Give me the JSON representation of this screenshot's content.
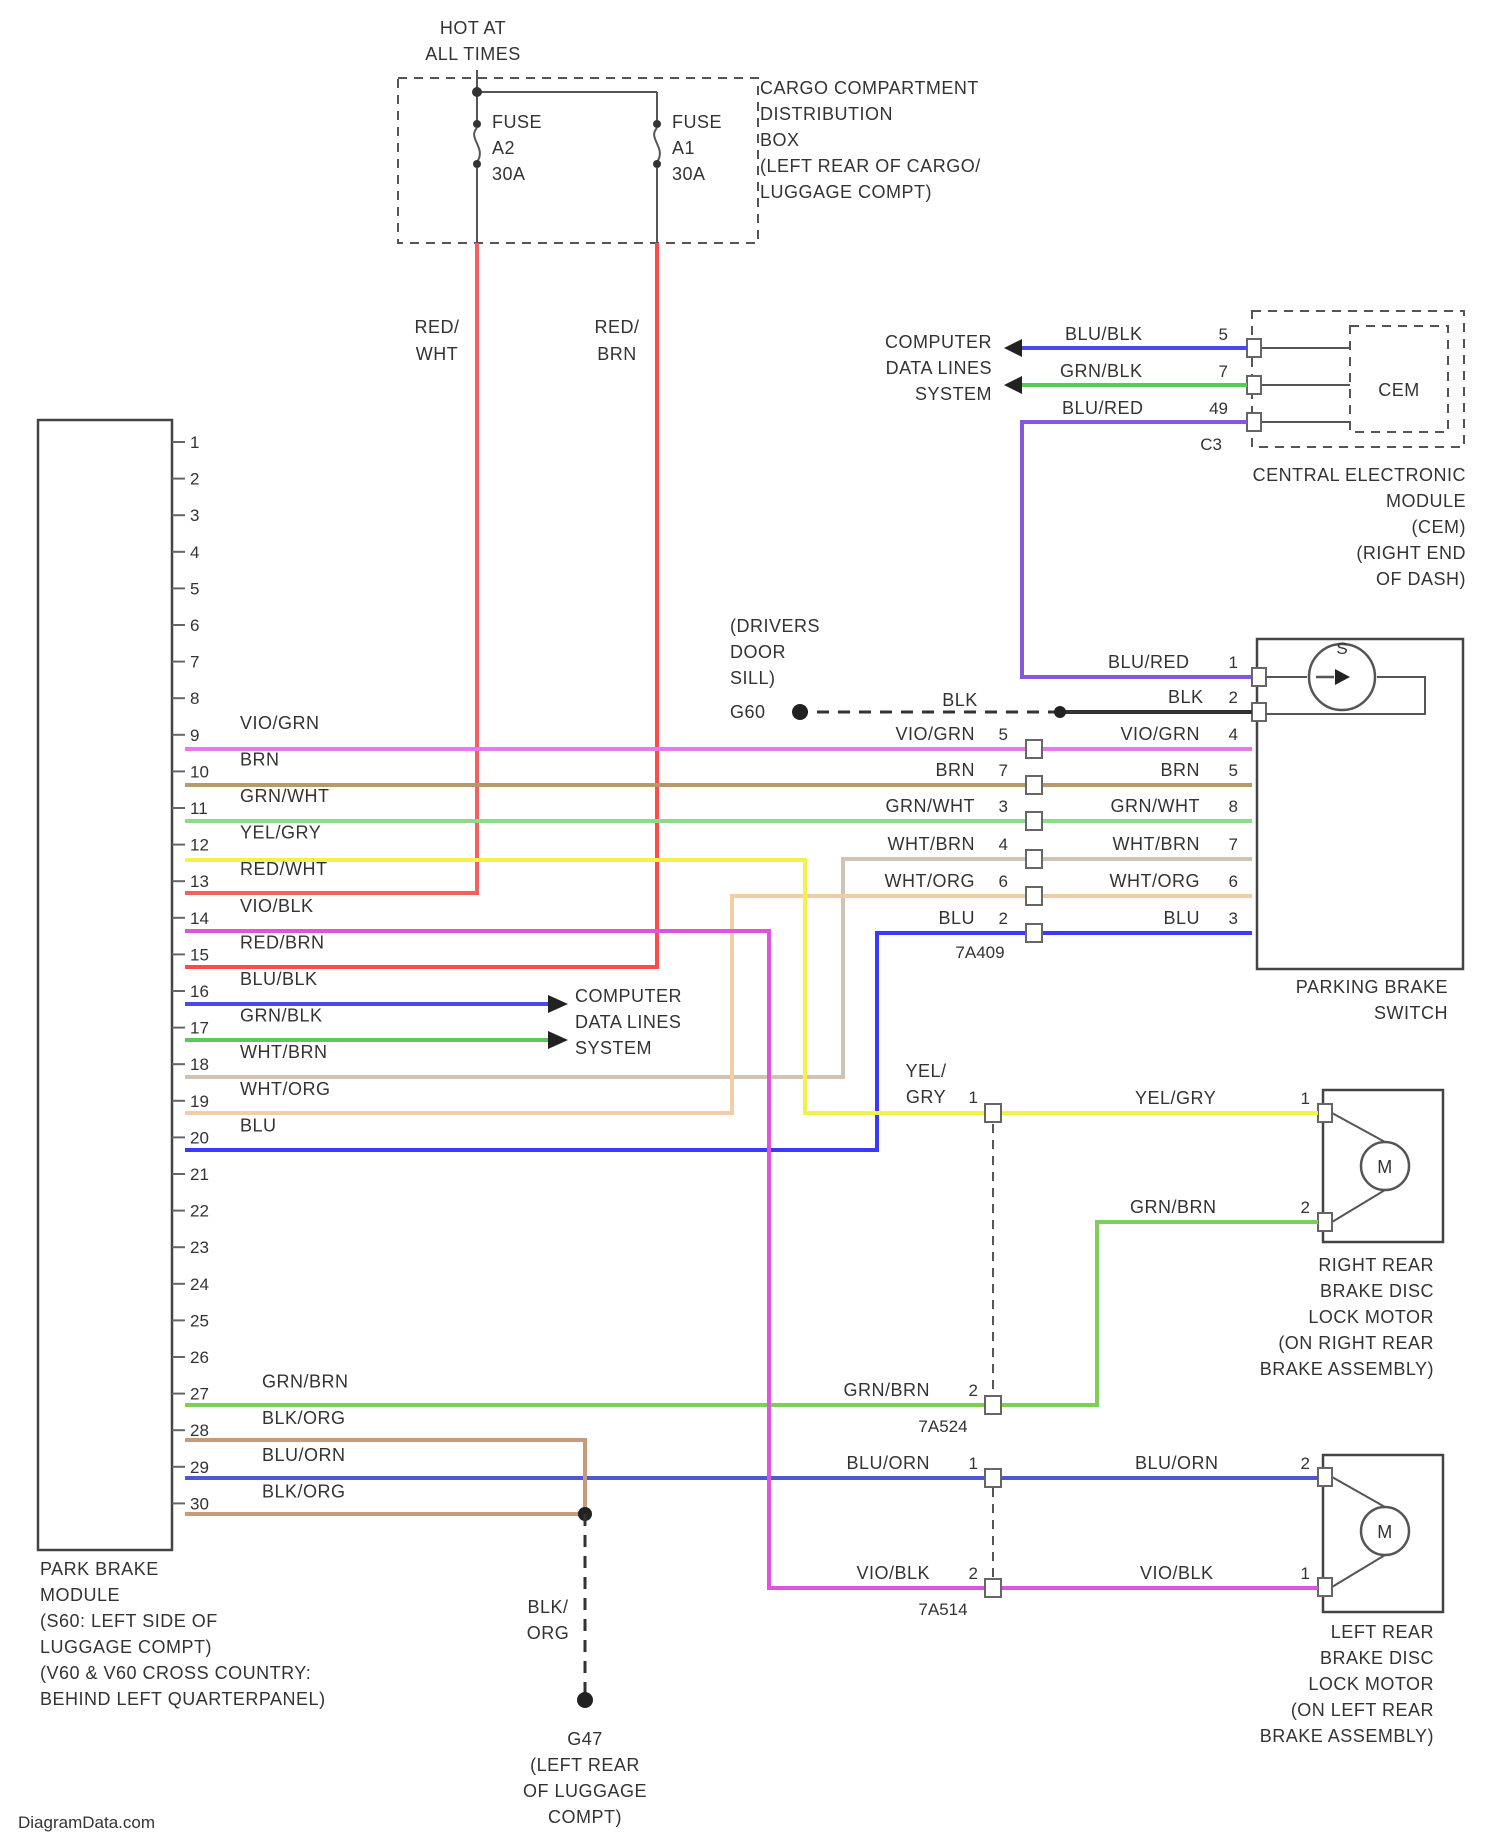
{
  "colors": {
    "vio_grn": "#e879e8",
    "brn": "#b89a6a",
    "grn_wht": "#8fd98f",
    "yel_gry": "#f2f24a",
    "red_wht": "#f26060",
    "vio_blk": "#dd55dd",
    "red_brn": "#ff4a4a",
    "blu_blk": "#4a4ae8",
    "grn_blk": "#5ac85a",
    "wht_brn": "#cfc3b3",
    "wht_org": "#f3cda6",
    "blu": "#3a3aff",
    "grn_brn": "#7dcf5a",
    "blk_org": "#c89a7a",
    "blu_orn": "#4a5ad0",
    "blu_red": "#8855e0",
    "blk": "#333333"
  },
  "power": {
    "hot_label": [
      "HOT AT",
      "ALL TIMES"
    ],
    "fuse_a2": [
      "FUSE",
      "A2",
      "30A"
    ],
    "fuse_a1": [
      "FUSE",
      "A1",
      "30A"
    ],
    "distribution_box": [
      "CARGO COMPARTMENT",
      "DISTRIBUTION",
      "BOX",
      "(LEFT REAR OF CARGO/",
      "LUGGAGE COMPT)"
    ],
    "wire_red_wht": [
      "RED/",
      "WHT"
    ],
    "wire_red_brn": [
      "RED/",
      "BRN"
    ]
  },
  "cem": {
    "name": "CEM",
    "computer_data_lines": [
      "COMPUTER",
      "DATA LINES",
      "SYSTEM"
    ],
    "wires": [
      {
        "color": "BLU/BLK",
        "pin": "5"
      },
      {
        "color": "GRN/BLK",
        "pin": "7"
      },
      {
        "color": "BLU/RED",
        "pin": "49"
      }
    ],
    "connector": "C3",
    "caption": [
      "CENTRAL ELECTRONIC",
      "MODULE",
      "(CEM)",
      "(RIGHT END",
      "OF DASH)"
    ]
  },
  "ground_g60": [
    "(DRIVERS",
    "DOOR",
    "SILL)",
    "G60"
  ],
  "park_brake_switch": {
    "caption": [
      "PARKING BRAKE",
      "SWITCH"
    ],
    "symbol": "S",
    "blu_red": {
      "color": "BLU/RED",
      "pin": "1"
    },
    "blk_top": "BLK",
    "blk": {
      "color": "BLK",
      "pin": "2"
    },
    "left_wires": [
      {
        "color": "VIO/GRN",
        "pin": "5"
      },
      {
        "color": "BRN",
        "pin": "7"
      },
      {
        "color": "GRN/WHT",
        "pin": "3"
      },
      {
        "color": "WHT/BRN",
        "pin": "4"
      },
      {
        "color": "WHT/ORG",
        "pin": "6"
      },
      {
        "color": "BLU",
        "pin": "2"
      }
    ],
    "right_wires": [
      {
        "color": "VIO/GRN",
        "pin": "4"
      },
      {
        "color": "BRN",
        "pin": "5"
      },
      {
        "color": "GRN/WHT",
        "pin": "8"
      },
      {
        "color": "WHT/BRN",
        "pin": "7"
      },
      {
        "color": "WHT/ORG",
        "pin": "6"
      },
      {
        "color": "BLU",
        "pin": "3"
      }
    ],
    "connector": "7A409"
  },
  "module": {
    "pins": [
      "1",
      "2",
      "3",
      "4",
      "5",
      "6",
      "7",
      "8",
      "9",
      "10",
      "11",
      "12",
      "13",
      "14",
      "15",
      "16",
      "17",
      "18",
      "19",
      "20",
      "21",
      "22",
      "23",
      "24",
      "25",
      "26",
      "27",
      "28",
      "29",
      "30"
    ],
    "wires": [
      {
        "pin": "9",
        "color": "VIO/GRN"
      },
      {
        "pin": "10",
        "color": "BRN"
      },
      {
        "pin": "11",
        "color": "GRN/WHT"
      },
      {
        "pin": "12",
        "color": "YEL/GRY"
      },
      {
        "pin": "13",
        "color": "RED/WHT"
      },
      {
        "pin": "14",
        "color": "VIO/BLK"
      },
      {
        "pin": "15",
        "color": "RED/BRN"
      },
      {
        "pin": "16",
        "color": "BLU/BLK"
      },
      {
        "pin": "17",
        "color": "GRN/BLK"
      },
      {
        "pin": "18",
        "color": "WHT/BRN"
      },
      {
        "pin": "19",
        "color": "WHT/ORG"
      },
      {
        "pin": "20",
        "color": "BLU"
      },
      {
        "pin": "27",
        "color": "GRN/BRN"
      },
      {
        "pin": "28",
        "color": "BLK/ORG"
      },
      {
        "pin": "29",
        "color": "BLU/ORN"
      },
      {
        "pin": "30",
        "color": "BLK/ORG"
      }
    ],
    "computer_data_lines": [
      "COMPUTER",
      "DATA LINES",
      "SYSTEM"
    ],
    "caption": [
      "PARK BRAKE",
      "MODULE",
      "(S60: LEFT SIDE OF",
      "LUGGAGE COMPT)",
      "(V60 & V60 CROSS COUNTRY:",
      "BEHIND LEFT QUARTERPANEL)"
    ]
  },
  "right_motor": {
    "yel_gry_split": [
      "YEL/",
      "GRY"
    ],
    "in1_pin": "1",
    "out1": {
      "color": "YEL/GRY",
      "pin": "1"
    },
    "out2": {
      "color": "GRN/BRN",
      "pin": "2"
    },
    "in2": {
      "color": "GRN/BRN",
      "pin": "2"
    },
    "connector": "7A524",
    "symbol": "M",
    "caption": [
      "RIGHT REAR",
      "BRAKE DISC",
      "LOCK MOTOR",
      "(ON RIGHT REAR",
      "BRAKE ASSEMBLY)"
    ]
  },
  "left_motor": {
    "in1": {
      "color": "BLU/ORN",
      "pin": "1"
    },
    "out1": {
      "color": "BLU/ORN",
      "pin": "2"
    },
    "in2": {
      "color": "VIO/BLK",
      "pin": "2"
    },
    "out2": {
      "color": "VIO/BLK",
      "pin": "1"
    },
    "connector": "7A514",
    "symbol": "M",
    "caption": [
      "LEFT REAR",
      "BRAKE DISC",
      "LOCK MOTOR",
      "(ON LEFT REAR",
      "BRAKE ASSEMBLY)"
    ]
  },
  "ground_g47": {
    "wire": [
      "BLK/",
      "ORG"
    ],
    "caption": [
      "G47",
      "(LEFT REAR",
      "OF LUGGAGE",
      "COMPT)"
    ]
  },
  "watermark": "DiagramData.com"
}
